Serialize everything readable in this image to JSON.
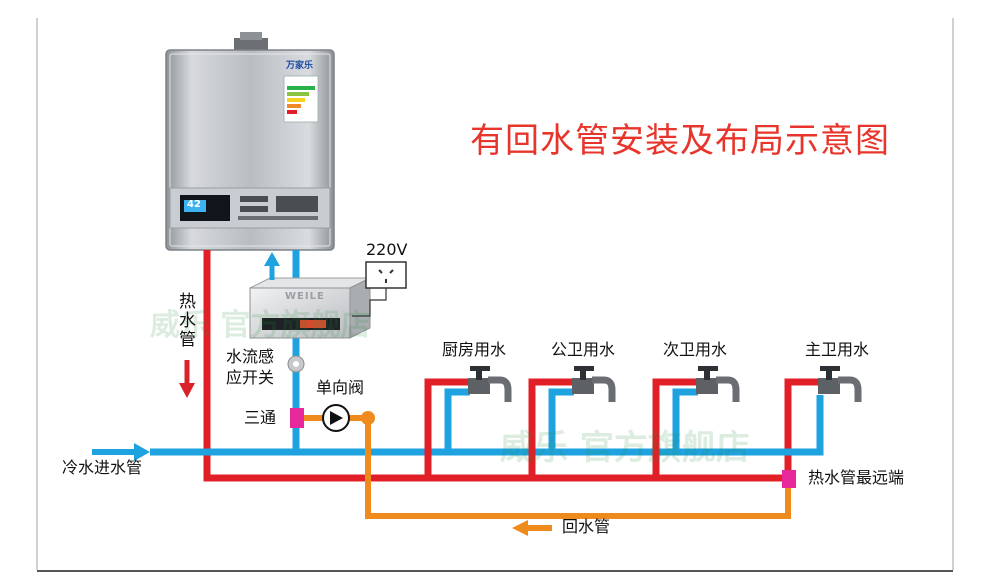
{
  "title": "有回水管安装及布局示意图",
  "labels": {
    "power": "220V",
    "hot_pipe": "热水管",
    "flow_switch": "水流感\n应开关",
    "check_valve": "单向阀",
    "tee": "三通",
    "cold_inlet": "冷水进水管",
    "far_end": "热水管最远端",
    "return_pipe": "回水管",
    "pump_brand": "WEILE"
  },
  "taps": [
    {
      "label": "厨房用水"
    },
    {
      "label": "公卫用水"
    },
    {
      "label": "次卫用水"
    },
    {
      "label": "主卫用水"
    }
  ],
  "heater": {
    "brand": "万家乐",
    "display": "42"
  },
  "colors": {
    "hot": "#e02026",
    "cold": "#1ea2e0",
    "return": "#ef8b1c",
    "connector": "#e6289a",
    "title": "#e8352b"
  },
  "icons": [
    "water-heater-icon",
    "pump-icon",
    "outlet-icon",
    "faucet-icon",
    "check-valve-icon",
    "arrow-icon"
  ]
}
